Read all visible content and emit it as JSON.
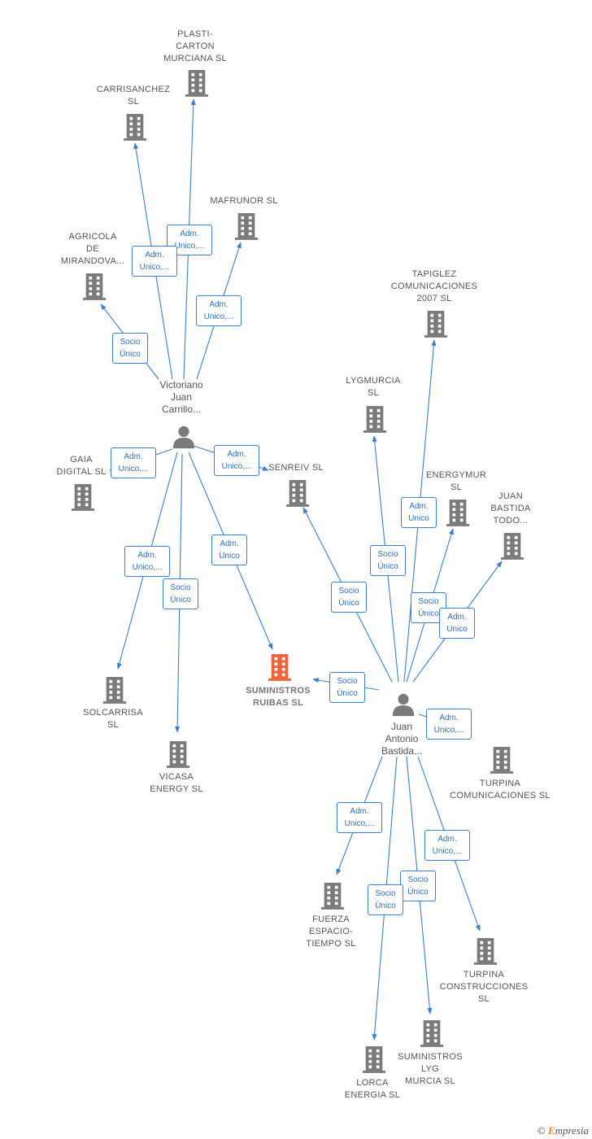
{
  "colors": {
    "edge": "#3a7fd5",
    "company": "#7a7a7a",
    "focus": "#f0623a",
    "person": "#7a7a7a"
  },
  "nodes": [
    {
      "id": "plasti",
      "kind": "company",
      "lines": [
        "PLASTI-",
        "CARTON",
        "MURCIANA  SL"
      ]
    },
    {
      "id": "carrisanchez",
      "kind": "company",
      "lines": [
        "CARRISANCHEZ",
        "SL"
      ]
    },
    {
      "id": "mafrunor",
      "kind": "company",
      "lines": [
        "MAFRUNOR  SL"
      ]
    },
    {
      "id": "agricola",
      "kind": "company",
      "lines": [
        "AGRICOLA",
        "DE",
        "MIRANDOVA..."
      ]
    },
    {
      "id": "tapiglez",
      "kind": "company",
      "lines": [
        "TAPIGLEZ",
        "COMUNICACIONES",
        "2007 SL"
      ]
    },
    {
      "id": "victoriano",
      "kind": "person",
      "lines": [
        "Victoriano",
        "Juan",
        "Carrillo..."
      ]
    },
    {
      "id": "lygmurcia",
      "kind": "company",
      "lines": [
        "LYGMURCIA",
        "SL"
      ]
    },
    {
      "id": "gaia",
      "kind": "company",
      "lines": [
        "GAIA",
        "DIGITAL  SL"
      ]
    },
    {
      "id": "senreiv",
      "kind": "company",
      "lines": [
        "SENREIV  SL"
      ]
    },
    {
      "id": "energymur",
      "kind": "company",
      "lines": [
        "ENERGYMUR",
        "SL"
      ]
    },
    {
      "id": "juanbastidatodo",
      "kind": "company",
      "lines": [
        "JUAN",
        "BASTIDA",
        "TODO..."
      ]
    },
    {
      "id": "suministros",
      "kind": "focus",
      "lines": [
        "SUMINISTROS",
        "RUIBAS  SL"
      ]
    },
    {
      "id": "solcarrisa",
      "kind": "company",
      "lines": [
        "SOLCARRISA",
        "SL"
      ]
    },
    {
      "id": "juanantonio",
      "kind": "person",
      "lines": [
        "Juan",
        "Antonio",
        "Bastida..."
      ]
    },
    {
      "id": "vicasa",
      "kind": "company",
      "lines": [
        "VICASA",
        "ENERGY  SL"
      ]
    },
    {
      "id": "turpinacom",
      "kind": "company",
      "lines": [
        "TURPINA",
        "COMUNICACIONES SL"
      ]
    },
    {
      "id": "fuerza",
      "kind": "company",
      "lines": [
        "FUERZA",
        "ESPACIO-",
        "TIEMPO  SL"
      ]
    },
    {
      "id": "turpinacons",
      "kind": "company",
      "lines": [
        "TURPINA",
        "CONSTRUCCIONES",
        "SL"
      ]
    },
    {
      "id": "suministroslyg",
      "kind": "company",
      "lines": [
        "SUMINISTROS",
        "LYG",
        "MURCIA  SL"
      ]
    },
    {
      "id": "lorca",
      "kind": "company",
      "lines": [
        "LORCA",
        "ENERGIA  SL"
      ]
    }
  ],
  "edges": [
    {
      "from": "victoriano",
      "to": "plasti",
      "label": [
        "Adm.",
        "Unico,..."
      ]
    },
    {
      "from": "victoriano",
      "to": "carrisanchez",
      "label": [
        "Adm.",
        "Unico,..."
      ]
    },
    {
      "from": "victoriano",
      "to": "mafrunor",
      "label": [
        "Adm.",
        "Unico,..."
      ]
    },
    {
      "from": "victoriano",
      "to": "agricola",
      "label": [
        "Socio",
        "Único"
      ]
    },
    {
      "from": "victoriano",
      "to": "gaia",
      "label": [
        "Adm.",
        "Unico,..."
      ]
    },
    {
      "from": "victoriano",
      "to": "senreiv",
      "label": [
        "Adm.",
        "Unico,..."
      ]
    },
    {
      "from": "victoriano",
      "to": "solcarrisa",
      "label": [
        "Adm.",
        "Unico,..."
      ]
    },
    {
      "from": "victoriano",
      "to": "vicasa",
      "label": [
        "Socio",
        "Único"
      ]
    },
    {
      "from": "victoriano",
      "to": "suministros",
      "label": [
        "Adm.",
        "Unico"
      ]
    },
    {
      "from": "juanantonio",
      "to": "tapiglez",
      "label": [
        "Adm.",
        "Unico"
      ]
    },
    {
      "from": "juanantonio",
      "to": "lygmurcia",
      "label": [
        "Socio",
        "Único"
      ]
    },
    {
      "from": "juanantonio",
      "to": "senreiv",
      "label": [
        "Socio",
        "Único"
      ]
    },
    {
      "from": "juanantonio",
      "to": "energymur",
      "label": [
        "Socio",
        "Único"
      ]
    },
    {
      "from": "juanantonio",
      "to": "juanbastidatodo",
      "label": [
        "Adm.",
        "Unico"
      ]
    },
    {
      "from": "juanantonio",
      "to": "suministros",
      "label": [
        "Socio",
        "Único"
      ]
    },
    {
      "from": "juanantonio",
      "to": "turpinacom",
      "label": [
        "Adm.",
        "Unico,..."
      ]
    },
    {
      "from": "juanantonio",
      "to": "fuerza",
      "label": [
        "Adm.",
        "Unico,..."
      ]
    },
    {
      "from": "juanantonio",
      "to": "turpinacons",
      "label": [
        "Adm.",
        "Unico,..."
      ]
    },
    {
      "from": "juanantonio",
      "to": "suministroslyg",
      "label": [
        "Socio",
        "Único"
      ]
    },
    {
      "from": "juanantonio",
      "to": "lorca",
      "label": [
        "Socio",
        "Único"
      ]
    }
  ],
  "footer": {
    "copyright": "©",
    "brand_first": "E",
    "brand_rest": "mpresia"
  }
}
